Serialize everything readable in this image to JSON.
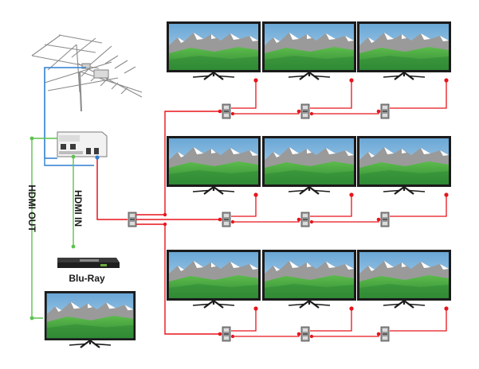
{
  "labels": {
    "hdmi_out": "HDMI OUT",
    "hdmi_in": "HDMI IN",
    "bluray": "Blu-Ray"
  },
  "colors": {
    "coax": "#e8141b",
    "antenna_feed": "#2f7fd2",
    "hdmi": "#5cc24e",
    "tv_bezel": "#1b1b1b",
    "sky": "#7fb6dd",
    "mountain_grey": "#9a9a9a",
    "snow": "#ffffff",
    "grass": "#3c9a3f",
    "grass_light": "#5dbb4c",
    "splitter": "#8a8a8a"
  },
  "icons": {
    "antenna": "tv-antenna-icon",
    "modulator": "hdmi-modulator-icon",
    "bluray": "bluray-player-icon",
    "tv": "flat-screen-tv-icon",
    "splitter": "coax-splitter-icon"
  },
  "diagram": {
    "tv_rows": 3,
    "tvs_per_row": 3,
    "local_tv_count": 1,
    "main_splitter_outputs": 3
  }
}
